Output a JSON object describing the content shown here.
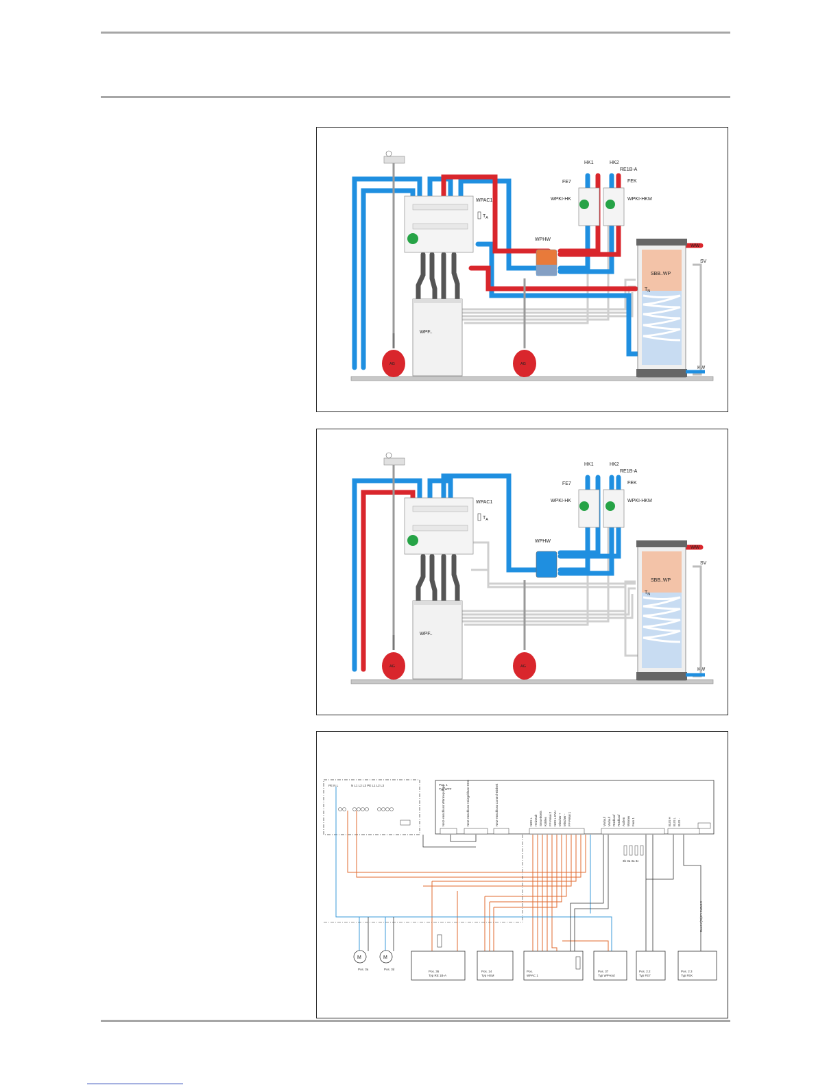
{
  "hydraulic_1": {
    "labels": {
      "hk1": "HK1",
      "hk2": "HK2",
      "re1ba": "RE1B-A",
      "fe7": "FE7",
      "fek": "FEK",
      "wpkihk": "WPKI-HK",
      "wpkihkm": "WPKI-HKM",
      "wpac1": "WPAC1",
      "ta": "T",
      "ta_sub": "A",
      "wphw": "WPHW",
      "ww": "WW",
      "sv": "SV",
      "sbb": "SBB..WP",
      "tn": "T",
      "tn_sub": "N",
      "kw": "KW",
      "wpf": "WPF..",
      "ag1": "AG",
      "ag2": "AG"
    }
  },
  "hydraulic_2": {
    "labels": {
      "hk1": "HK1",
      "hk2": "HK2",
      "re1ba": "RE1B-A",
      "fe7": "FE7",
      "fek": "FEK",
      "wpkihk": "WPKI-HK",
      "wpkihkm": "WPKI-HKM",
      "wpac1": "WPAC1",
      "ta": "T",
      "ta_sub": "A",
      "wphw": "WPHW",
      "ww": "WW",
      "sv": "SV",
      "sbb": "SBB..WP",
      "tn": "T",
      "tn_sub": "N",
      "kw": "KW",
      "wpf": "WPF..",
      "ag1": "AG",
      "ag2": "AG"
    }
  },
  "wiring": {
    "main_header": [
      "Pos. 1",
      "Typ WPF"
    ],
    "main_terminal_labels": [
      "Netz-Anschluss Wärmepumpe",
      "Netz-Anschluss Heizgebläse DHC",
      "Netz-Anschluss Control-Einheit",
      "NBS L",
      "Heizstab",
      "Steuerkreis",
      "Kühlen",
      "FP-Relai 2",
      "NBS L EVU",
      "Mischer +",
      "Mischer -",
      "FP-Relai 1",
      "Vorlauf",
      "Vorlauf",
      "Rücklauf",
      "Rücklauf",
      "Außen",
      "Warmw",
      "Fern 1",
      "BUS H",
      "BUS L",
      "BUS -"
    ],
    "supply_top": "PE N   L",
    "supply_phases": "N  L1 L2 L3 PE L1 L2 L3",
    "sensor_labels": "3b  3a  3a  3c",
    "bus_label": "Bus-LY(St)CY 2x2x0.8",
    "components": [
      {
        "id": "m1",
        "name": "M",
        "pos": "Pos. 3a"
      },
      {
        "id": "m2",
        "name": "M",
        "pos": "Pos. 3d"
      },
      {
        "id": "re1ba",
        "pos": "Pos. 36",
        "typ": "Typ RE 1B-A"
      },
      {
        "id": "hsm",
        "pos": "Pos. 14",
        "typ": "Typ HSM"
      },
      {
        "id": "wpac1",
        "pos": "Pos.",
        "typ": "WPAC 1"
      },
      {
        "id": "wpkihk",
        "pos": "Pos. 37",
        "typ": "Typ WP-knd"
      },
      {
        "id": "fe7",
        "pos": "Pos. 2.2",
        "typ": "Typ FE7"
      },
      {
        "id": "fek",
        "pos": "Pos. 2.3",
        "typ": "Typ FEK"
      }
    ]
  }
}
